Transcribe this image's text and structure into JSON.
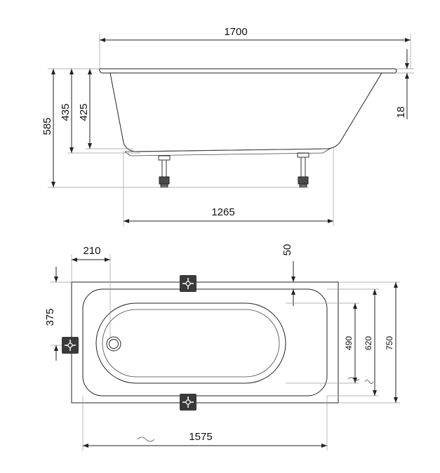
{
  "side_view": {
    "overall_length": "1700",
    "height_total": "585",
    "height_outer": "435",
    "height_inner": "425",
    "rim_thickness": "18",
    "bottom_length": "1265"
  },
  "top_view": {
    "drain_offset": "210",
    "rim_offset": "50",
    "drain_height": "375",
    "inner_width": "490",
    "mid_width": "620",
    "overall_width": "750",
    "inner_length": "1575"
  },
  "colors": {
    "line": "#222222",
    "extension": "#9a9a9a",
    "foot_fill": "#3a3a3a"
  },
  "icons": {
    "foot": "support-foot-icon",
    "drain": "drain-icon"
  }
}
